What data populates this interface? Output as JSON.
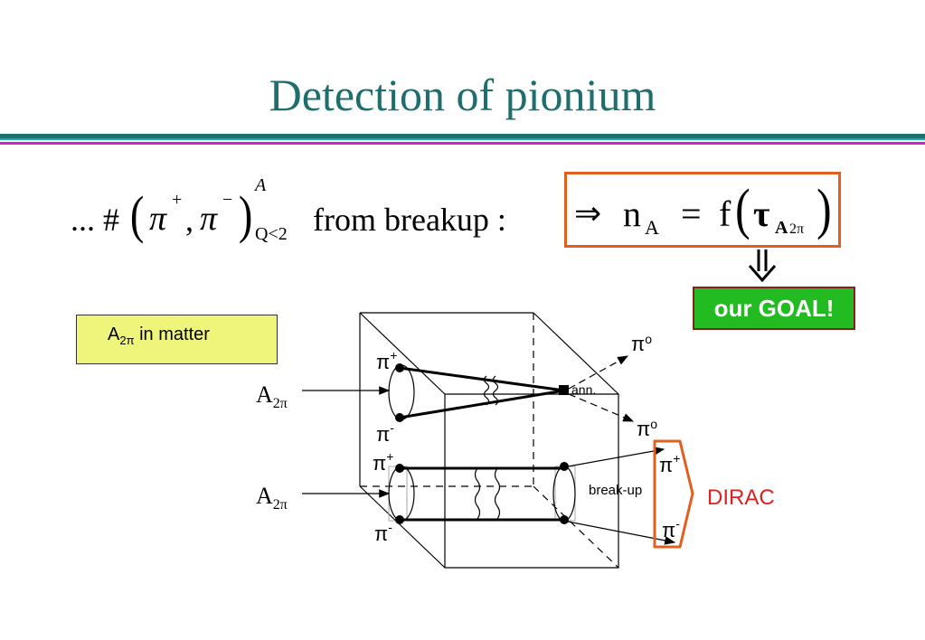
{
  "title": "Detection of pionium",
  "formula_left": {
    "prefix": "... #",
    "pi": "π",
    "plus": "+",
    "comma": ",",
    "minus": "−",
    "sup_a": "A",
    "sub_q": "Q<2",
    "text": "from breakup :"
  },
  "formula_right": {
    "arrow": "⇒",
    "n": "n",
    "n_sub": "A",
    "eq": "=",
    "f": "f",
    "tau": "τ",
    "tau_sub": "A",
    "tau_sub2": "2π"
  },
  "goal_label": "our GOAL!",
  "matter_box": {
    "a": "A",
    "sub": "2π",
    "text": " in matter"
  },
  "diagram": {
    "a2pi_label": "A",
    "a2pi_sub": "2π",
    "pi_char": "π",
    "plus": "+",
    "minus": "-",
    "zero": "o",
    "ann_label": "ann.",
    "breakup_label": "break-up",
    "dirac_label": "DIRAC"
  },
  "colors": {
    "title": "#1e6e6e",
    "rule_teal": "#1e6e6e",
    "rule_magenta": "#cc22cc",
    "box_orange": "#e2601f",
    "goal_green": "#22bb22",
    "matter_yellow": "#eef57a",
    "dirac_red": "#dd2222"
  }
}
